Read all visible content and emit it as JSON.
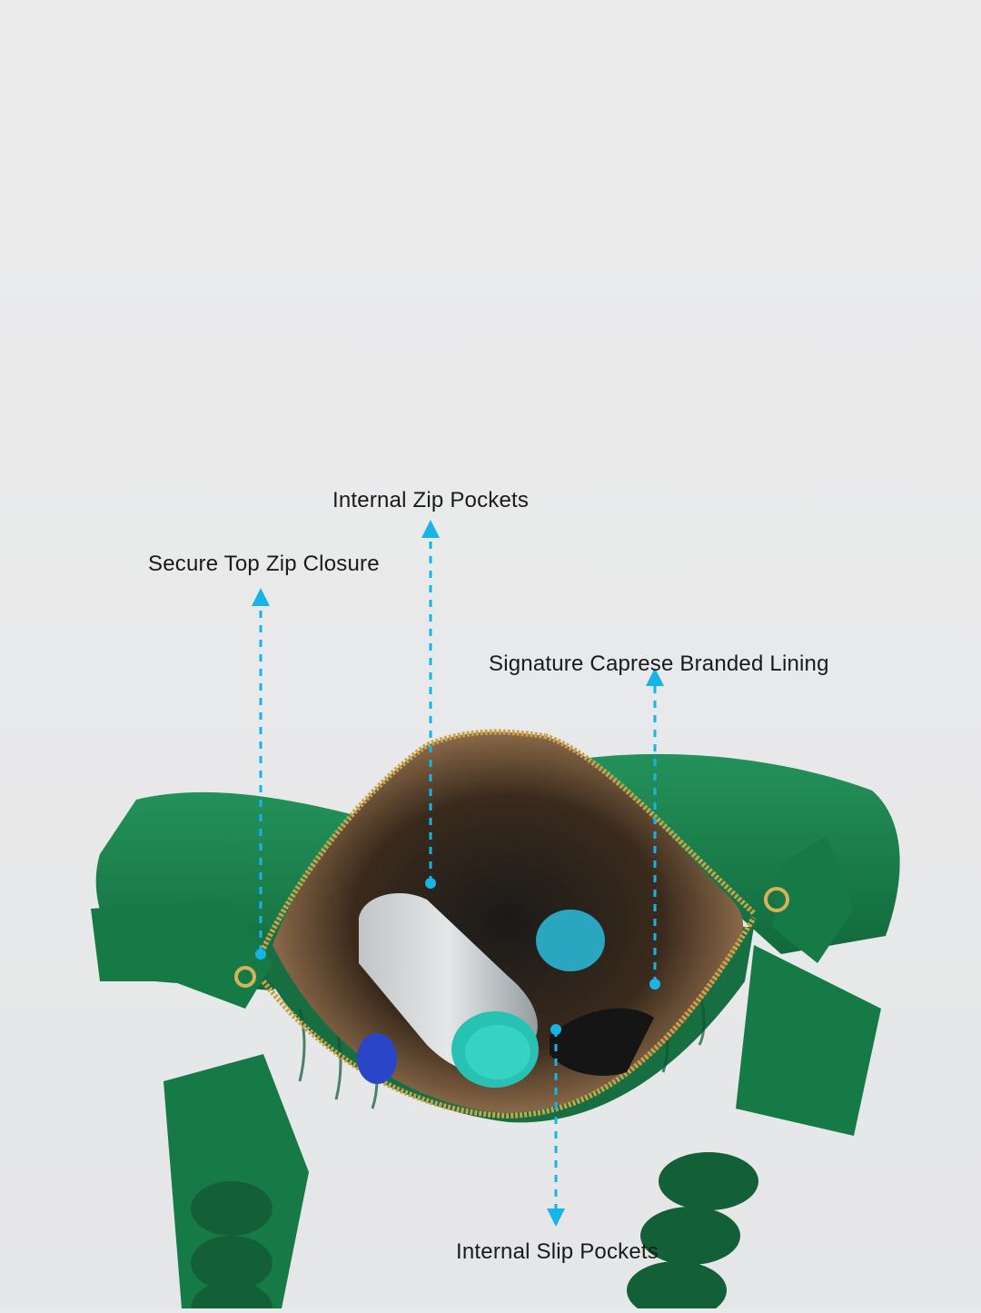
{
  "annotations": {
    "internal_zip_pockets": "Internal Zip Pockets",
    "secure_top_zip_closure": "Secure Top Zip Closure",
    "signature_lining": "Signature Caprese Branded Lining",
    "internal_slip_pockets": "Internal Slip Pockets"
  },
  "colors": {
    "background": "#e9eaeb",
    "bag_green": "#1b7a48",
    "bag_green_dark": "#0f5a33",
    "lining_tan": "#b88e63",
    "arrow_cyan": "#17b4e8",
    "bottle_cap": "#27c2b4"
  },
  "icons": [
    "arrow-up-icon",
    "arrow-down-icon",
    "dot-marker-icon"
  ]
}
